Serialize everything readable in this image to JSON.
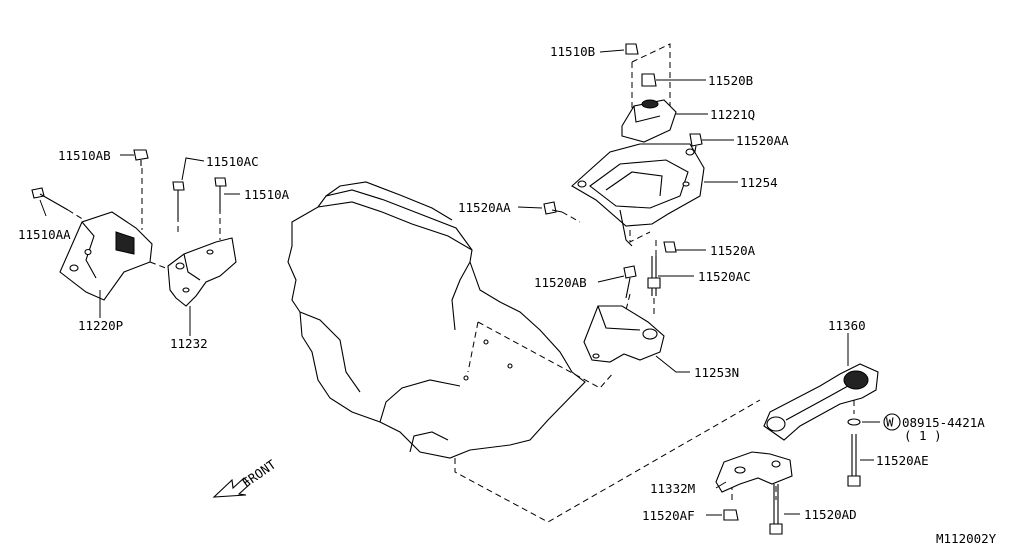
{
  "diagram": {
    "part_numbers": {
      "p11510B": "11510B",
      "p11520B": "11520B",
      "p11221Q": "11221Q",
      "p11520AA_top": "11520AA",
      "p11254": "11254",
      "p11520AA_mid": "11520AA",
      "p11520A_right": "11520A",
      "p11520AB": "11520AB",
      "p11520AC": "11520AC",
      "p11253N": "11253N",
      "p11360": "11360",
      "p08915": "08915-4421A",
      "p08915_qty": "( 1 )",
      "p11520AE": "11520AE",
      "p11332M": "11332M",
      "p11520AF": "11520AF",
      "p11520AD": "11520AD",
      "p11510AB": "11510AB",
      "p11510AC": "11510AC",
      "p11510A": "11510A",
      "p11510AA": "11510AA",
      "p11220P": "11220P",
      "p11232": "11232"
    },
    "washer_symbol": "W",
    "front_label": "FRONT",
    "figure_code": "M112002Y"
  }
}
